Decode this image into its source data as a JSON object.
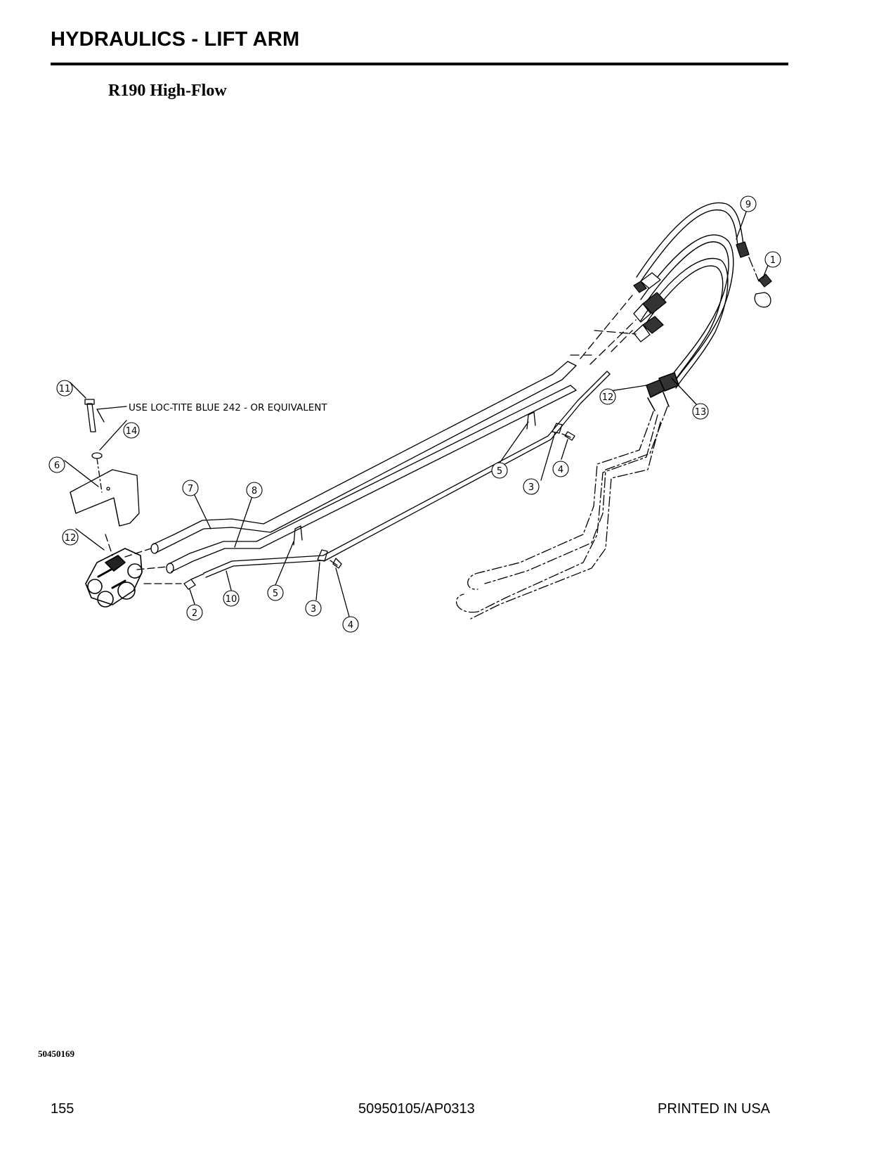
{
  "header": {
    "title": "HYDRAULICS - LIFT ARM",
    "subtitle": "R190 High-Flow"
  },
  "diagram": {
    "note": "USE LOC-TITE BLUE 242 - OR EQUIVALENT",
    "callouts": [
      "1",
      "2",
      "3",
      "3",
      "4",
      "4",
      "5",
      "5",
      "6",
      "7",
      "8",
      "9",
      "10",
      "11",
      "12",
      "12",
      "13",
      "14"
    ]
  },
  "drawing_number": "50450169",
  "footer": {
    "page_number": "155",
    "document_id": "50950105/AP0313",
    "printed": "PRINTED IN USA"
  }
}
